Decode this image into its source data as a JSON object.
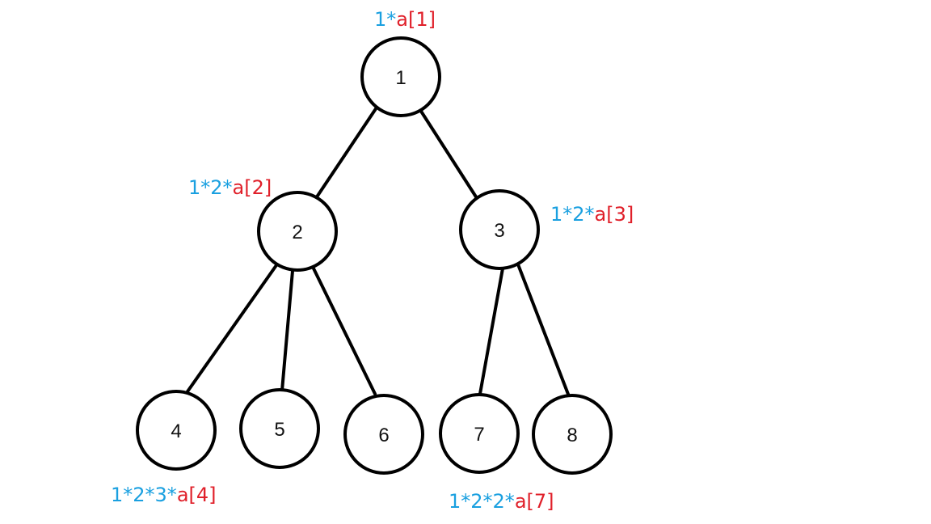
{
  "colors": {
    "edge": "#000000",
    "node_stroke": "#000000",
    "coef": "#1aa0e0",
    "term": "#e0202a"
  },
  "tree": {
    "nodes": [
      {
        "id": "1",
        "label": "1"
      },
      {
        "id": "2",
        "label": "2"
      },
      {
        "id": "3",
        "label": "3"
      },
      {
        "id": "4",
        "label": "4"
      },
      {
        "id": "5",
        "label": "5"
      },
      {
        "id": "6",
        "label": "6"
      },
      {
        "id": "7",
        "label": "7"
      },
      {
        "id": "8",
        "label": "8"
      }
    ],
    "edges": [
      {
        "from": "1",
        "to": "2"
      },
      {
        "from": "1",
        "to": "3"
      },
      {
        "from": "2",
        "to": "4"
      },
      {
        "from": "2",
        "to": "5"
      },
      {
        "from": "2",
        "to": "6"
      },
      {
        "from": "3",
        "to": "7"
      },
      {
        "from": "3",
        "to": "8"
      }
    ]
  },
  "annotations": {
    "n1": {
      "coef": "1*",
      "term": "a[1]"
    },
    "n2": {
      "coef": "1*2*",
      "term": "a[2]"
    },
    "n3": {
      "coef": "1*2*",
      "term": "a[3]"
    },
    "n4": {
      "coef": "1*2*3*",
      "term": "a[4]"
    },
    "n7": {
      "coef": "1*2*2*",
      "term": "a[7]"
    }
  }
}
